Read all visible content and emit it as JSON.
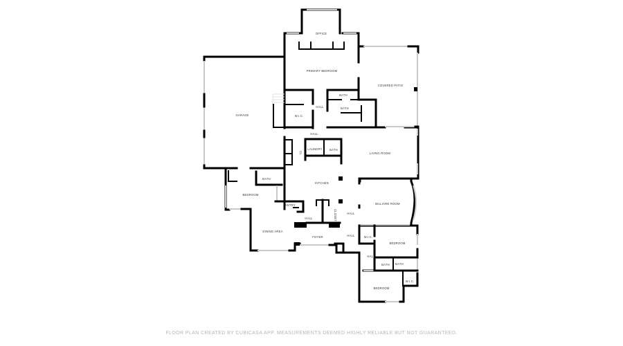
{
  "floor_plan": {
    "rooms": {
      "office": "OFFICE",
      "primary_bedroom": "PRIMARY BEDROOM",
      "covered_patio": "COVERED PATIO",
      "garage": "GARAGE",
      "bath_primary_1": "BATH",
      "bath_primary_2": "BATH",
      "wic_primary": "W.I.C.",
      "hall_primary": "HALL",
      "hall_center": "HALL",
      "laundry": "LAUNDRY",
      "bath_laundry": "BATH",
      "closet_small": "CL",
      "living_room": "LIVING ROOM",
      "kitchen": "KITCHEN",
      "bath_left": "BATH",
      "bedroom_left": "BEDROOM",
      "pantry": "PANTRY",
      "billiard_room": "BILLIARD ROOM",
      "hall_kitchen": "HALL",
      "closet_foyer": "CLOSET",
      "hall_right_1": "HALL",
      "hall_right_2": "HALL",
      "dining_area": "DINING AREA",
      "foyer": "FOYER",
      "wic_right_1": "W.I.C.",
      "bedroom_right_1": "BEDROOM",
      "hall_right_3": "HALL",
      "bath_right_1": "BATH",
      "bath_right_2": "BATH",
      "bedroom_right_2": "BEDROOM",
      "wic_right_2": "W.I.C."
    }
  },
  "footer": {
    "disclaimer": "FLOOR PLAN CREATED BY CUBICASA APP. MEASUREMENTS DEEMED HIGHLY RELIABLE BUT NOT GUARANTEED."
  }
}
